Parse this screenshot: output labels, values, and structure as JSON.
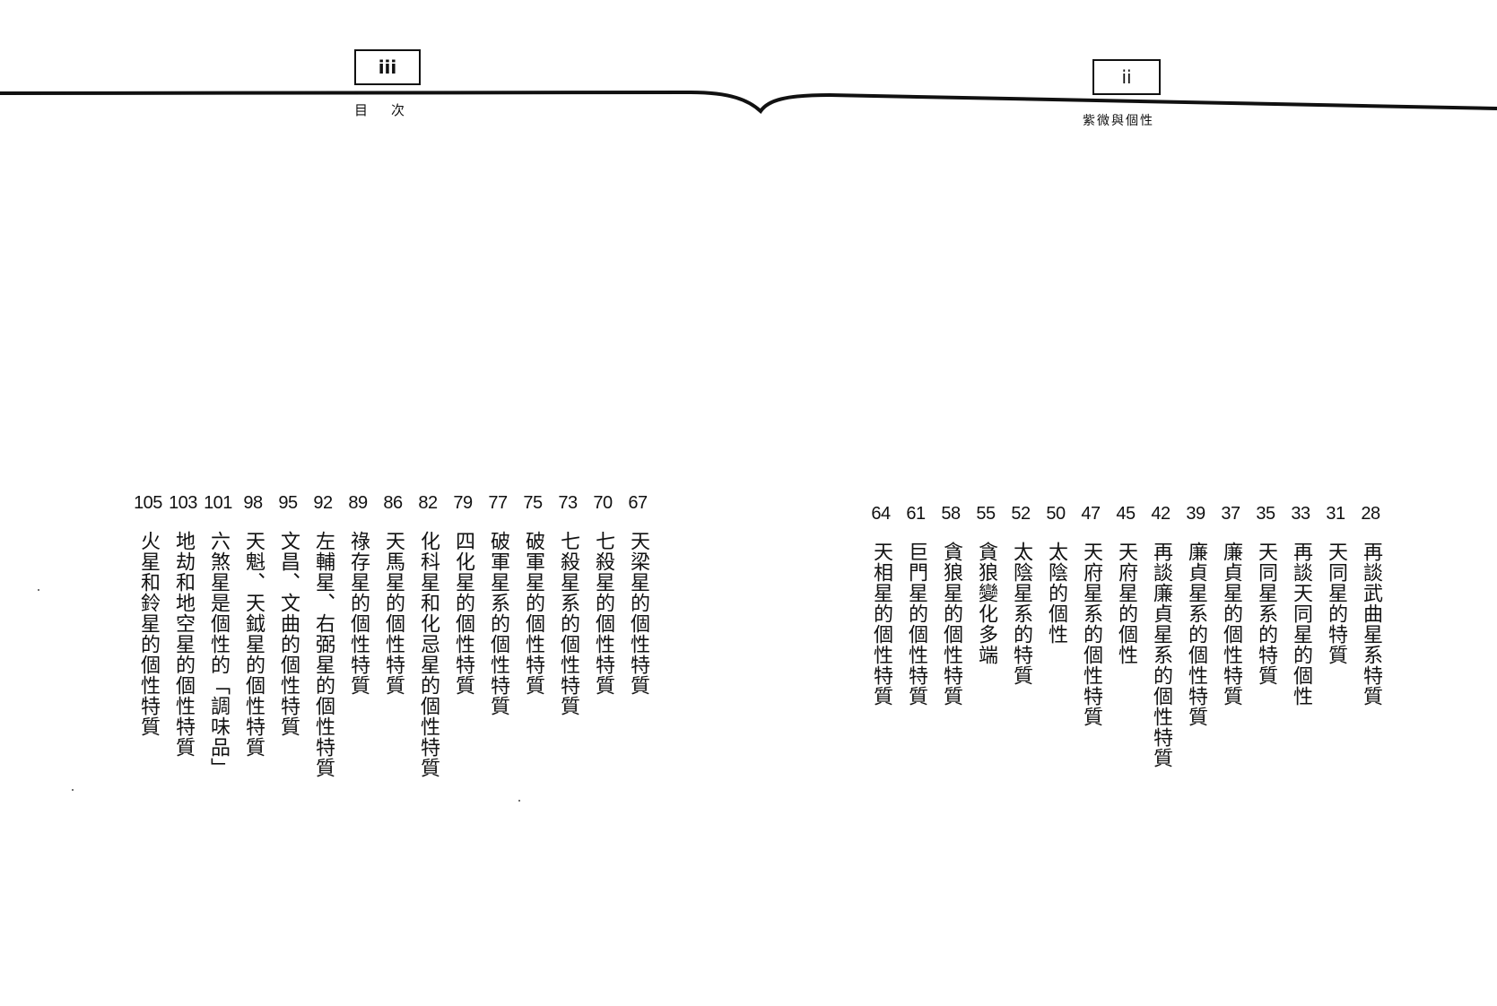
{
  "left_page": {
    "page_number": "iii",
    "running_head": "目次",
    "entries": [
      {
        "page": "67",
        "title": "天梁星的個性特質"
      },
      {
        "page": "70",
        "title": "七殺星的個性特質"
      },
      {
        "page": "73",
        "title": "七殺星系的個性特質"
      },
      {
        "page": "75",
        "title": "破軍星的個性特質"
      },
      {
        "page": "77",
        "title": "破軍星系的個性特質"
      },
      {
        "page": "79",
        "title": "四化星的個性特質"
      },
      {
        "page": "82",
        "title": "化科星和化忌星的個性特質"
      },
      {
        "page": "86",
        "title": "天馬星的個性特質"
      },
      {
        "page": "89",
        "title": "祿存星的個性特質"
      },
      {
        "page": "92",
        "title": "左輔星、右弼星的個性特質"
      },
      {
        "page": "95",
        "title": "文昌、文曲的個性特質"
      },
      {
        "page": "98",
        "title": "天魁、天鉞星的個性特質"
      },
      {
        "page": "101",
        "title": "六煞星是個性的「調味品」"
      },
      {
        "page": "103",
        "title": "地劫和地空星的個性特質"
      },
      {
        "page": "105",
        "title": "火星和鈴星的個性特質"
      }
    ]
  },
  "right_page": {
    "page_number": "ii",
    "running_head": "紫微與個性",
    "entries": [
      {
        "page": "28",
        "title": "再談武曲星系特質"
      },
      {
        "page": "31",
        "title": "天同星的特質"
      },
      {
        "page": "33",
        "title": "再談天同星的個性"
      },
      {
        "page": "35",
        "title": "天同星系的特質"
      },
      {
        "page": "37",
        "title": "廉貞星的個性特質"
      },
      {
        "page": "39",
        "title": "廉貞星系的個性特質"
      },
      {
        "page": "42",
        "title": "再談廉貞星系的個性特質"
      },
      {
        "page": "45",
        "title": "天府星的個性"
      },
      {
        "page": "47",
        "title": "天府星系的個性特質"
      },
      {
        "page": "50",
        "title": "太陰的個性"
      },
      {
        "page": "52",
        "title": "太陰星系的特質"
      },
      {
        "page": "55",
        "title": "貪狼變化多端"
      },
      {
        "page": "58",
        "title": "貪狼星的個性特質"
      },
      {
        "page": "61",
        "title": "巨門星的個性特質"
      },
      {
        "page": "64",
        "title": "天相星的個性特質"
      }
    ]
  }
}
